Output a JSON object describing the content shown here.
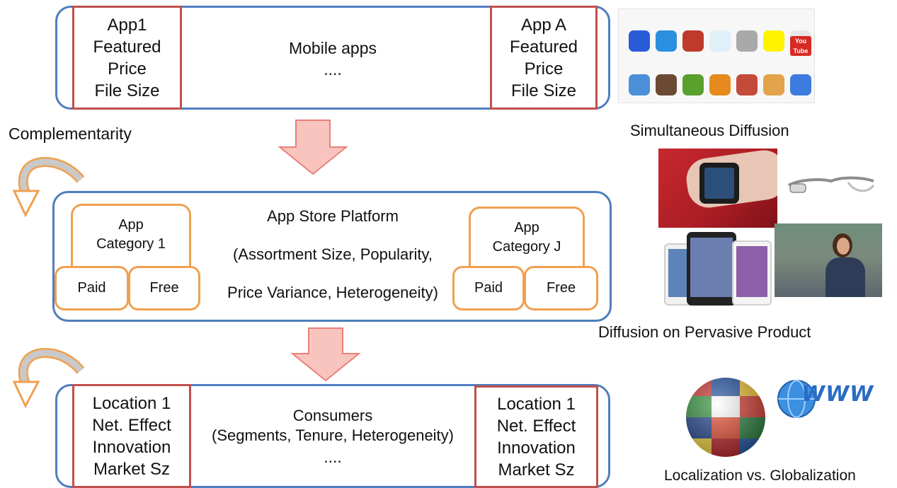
{
  "top": {
    "left_box": [
      "App1",
      "Featured",
      "Price",
      "File Size"
    ],
    "center_title": "Mobile apps",
    "center_dots": "....",
    "right_box": [
      "App A",
      "Featured",
      "Price",
      "File Size"
    ]
  },
  "complementarity_label": "Complementarity",
  "middle": {
    "title": "App Store Platform",
    "line1": "(Assortment Size, Popularity,",
    "line2": "Price Variance, Heterogeneity)",
    "left_category": [
      "App",
      "Category 1"
    ],
    "right_category": [
      "App",
      "Category J"
    ],
    "paid": "Paid",
    "free": "Free"
  },
  "bottom": {
    "left_box": [
      "Location 1",
      "Net. Effect",
      "Innovation",
      "Market Sz"
    ],
    "center_title": "Consumers",
    "center_line": "(Segments, Tenure, Heterogeneity)",
    "center_dots": "....",
    "right_box": [
      "Location 1",
      "Net. Effect",
      "Innovation",
      "Market Sz"
    ]
  },
  "right_panel": {
    "simultaneous_label": "Simultaneous Diffusion",
    "pervasive_label": "Diffusion on Pervasive Product",
    "localization_label": "Localization vs. Globalization",
    "youtube_icon_text": "You Tube",
    "www_text": "WWW"
  },
  "colors": {
    "blue_border": "#4f7ebd",
    "red_border": "#c0504d",
    "orange_border": "#f0a050",
    "arrow_fill": "#f9c4be",
    "arrow_stroke": "#e8807a"
  }
}
